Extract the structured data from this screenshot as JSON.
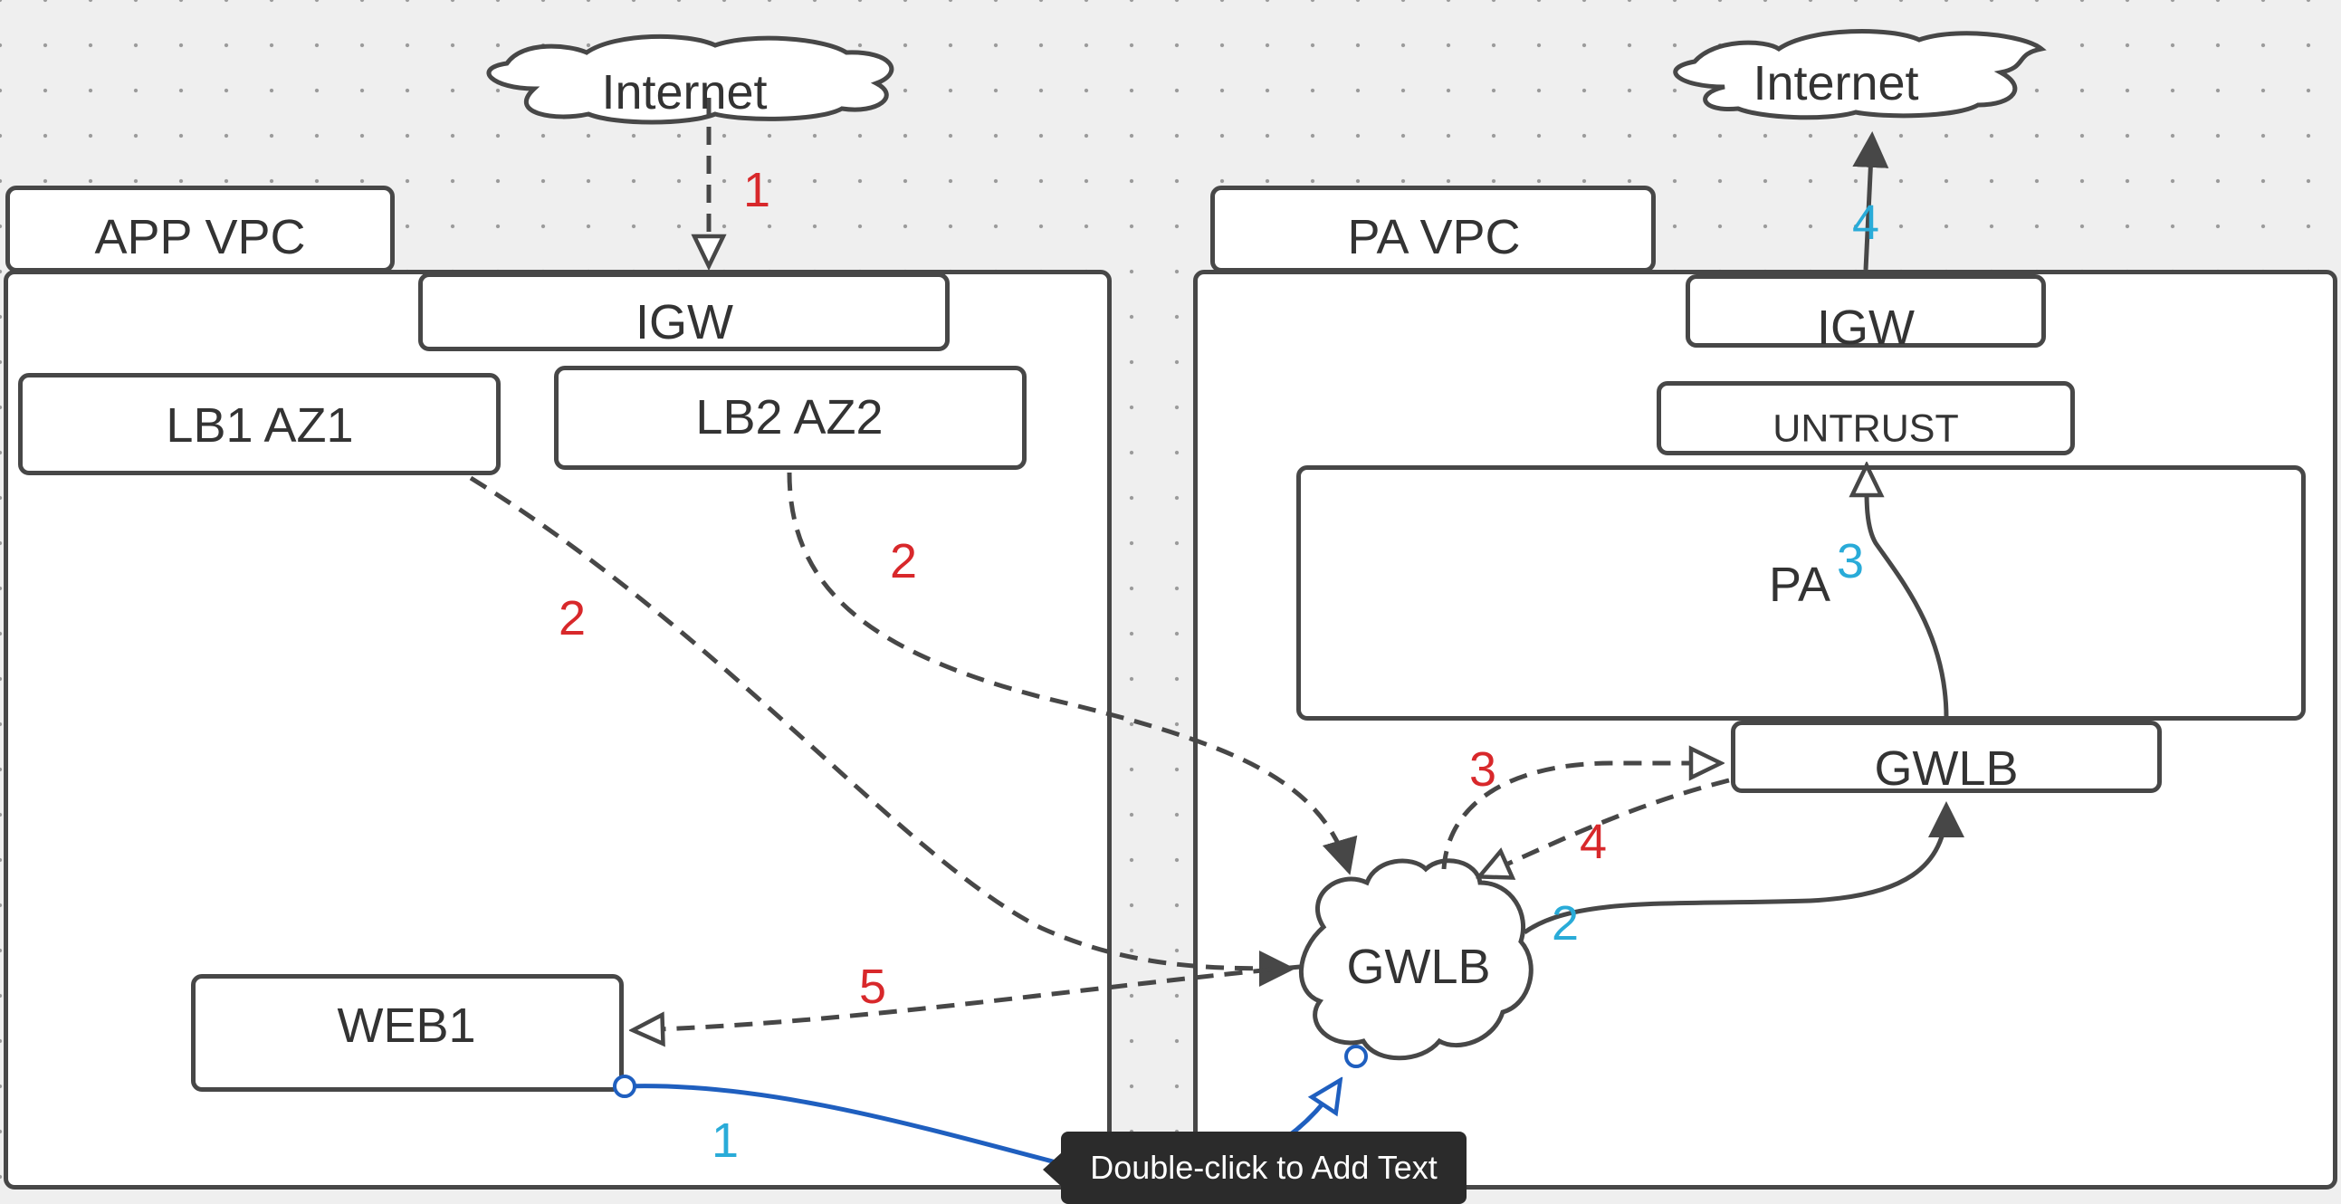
{
  "diagram": {
    "app_vpc": {
      "tab_label": "APP VPC",
      "igw": "IGW",
      "lb1": "LB1 AZ1",
      "lb2": "LB2 AZ2",
      "web1": "WEB1"
    },
    "pa_vpc": {
      "tab_label": "PA VPC",
      "igw": "IGW",
      "untrust": "UNTRUST",
      "pa": "PA",
      "gwlb": "GWLB"
    },
    "internet_left": "Internet",
    "internet_right": "Internet",
    "gwlb_cloud": "GWLB",
    "step_labels": {
      "red_1": "1",
      "red_2_lb1": "2",
      "red_2_lb2": "2",
      "red_3": "3",
      "red_4": "4",
      "red_5": "5",
      "cyan_1": "1",
      "cyan_2": "2",
      "cyan_3": "3",
      "cyan_4": "4"
    },
    "colors": {
      "red": "#d8282b",
      "cyan": "#29abd8",
      "line": "#474747",
      "selected": "#1f5fbf"
    }
  },
  "tooltip": {
    "text": "Double-click to Add Text"
  }
}
